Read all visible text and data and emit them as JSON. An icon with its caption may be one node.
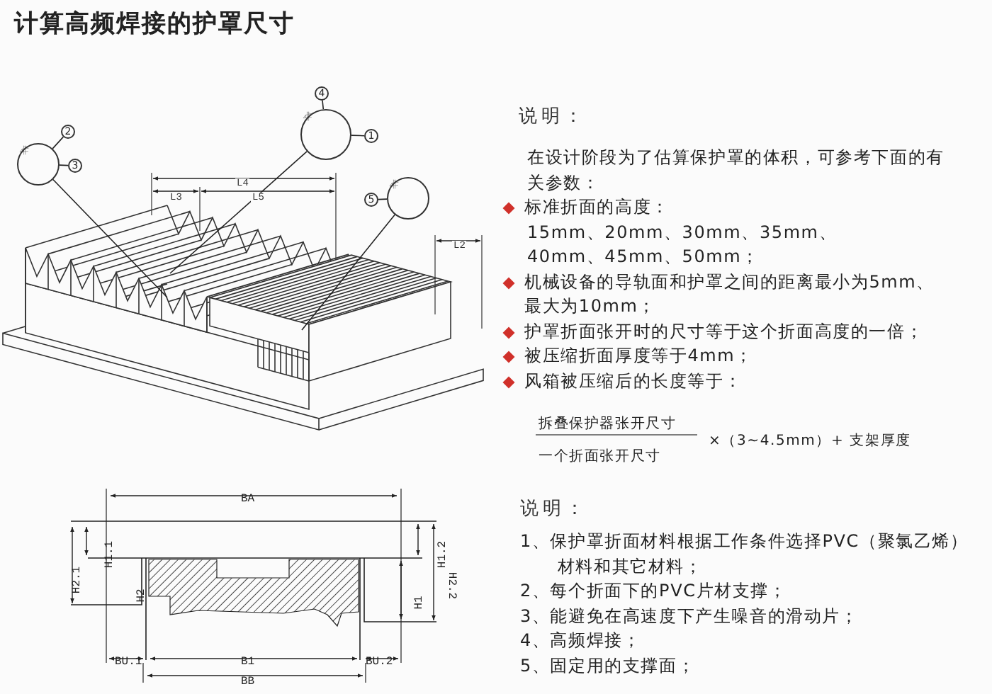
{
  "diagram": {
    "title": "计算高频焊接的护罩尺寸",
    "nodes": [
      {
        "text": [
          "2"
        ]
      },
      {
        "text": [
          "3"
        ]
      },
      {
        "text": [
          "4"
        ]
      },
      {
        "text": [
          "1"
        ]
      },
      {
        "text": [
          "5"
        ]
      },
      {
        "text": [],
        "shape": "circle"
      },
      {
        "text": [],
        "shape": "circle"
      },
      {
        "text": [],
        "shape": "circle"
      }
    ],
    "edges": [
      {
        "from": 0,
        "to": 5,
        "arrow": "none"
      },
      {
        "from": 1,
        "to": 5,
        "arrow": "none"
      },
      {
        "from": 2,
        "to": 6,
        "arrow": "none"
      },
      {
        "from": 3,
        "to": 6,
        "arrow": "none"
      },
      {
        "from": 4,
        "to": 7,
        "arrow": "none"
      },
      {
        "from": 5,
        "to": null,
        "arrow": "none"
      },
      {
        "from": 6,
        "to": null,
        "arrow": "none"
      },
      {
        "from": 7,
        "to": null,
        "arrow": "none"
      }
    ],
    "labels": [
      "说明：",
      "在设计阶段为了估算保护罩的体积，可参考下面的有关参数：",
      "标准折面的高度：",
      "15mm、20mm、30mm、35mm、40mm、45mm、50mm；",
      "机械设备的导轨面和护罩之间的距离最小为5mm、最大为10mm；",
      "护罩折面张开时的尺寸等于这个折面高度的一倍；",
      "被压缩折面厚度等于4mm；",
      "风箱被压缩后的长度等于：",
      "拆叠保护器张开尺寸",
      "一个折面张开尺寸",
      "×（3~4.5mm）+ 支架厚度",
      "L4",
      "L3",
      "L5",
      "L2",
      "BA",
      "H1.1",
      "H2.1",
      "H2",
      "H1.2",
      "H2.2",
      "H1",
      "BU.1",
      "B1",
      "BU.2",
      "BB",
      "说明：",
      "1、保护罩折面材料根据工作条件选择PVC（聚氯乙烯）材料和其它材料；",
      "2、每个折面下的PVC片材支撑；",
      "3、能避免在高速度下产生噪音的滑动片；",
      "4、高频焊接；",
      "5、固定用的支撑面；"
    ]
  }
}
